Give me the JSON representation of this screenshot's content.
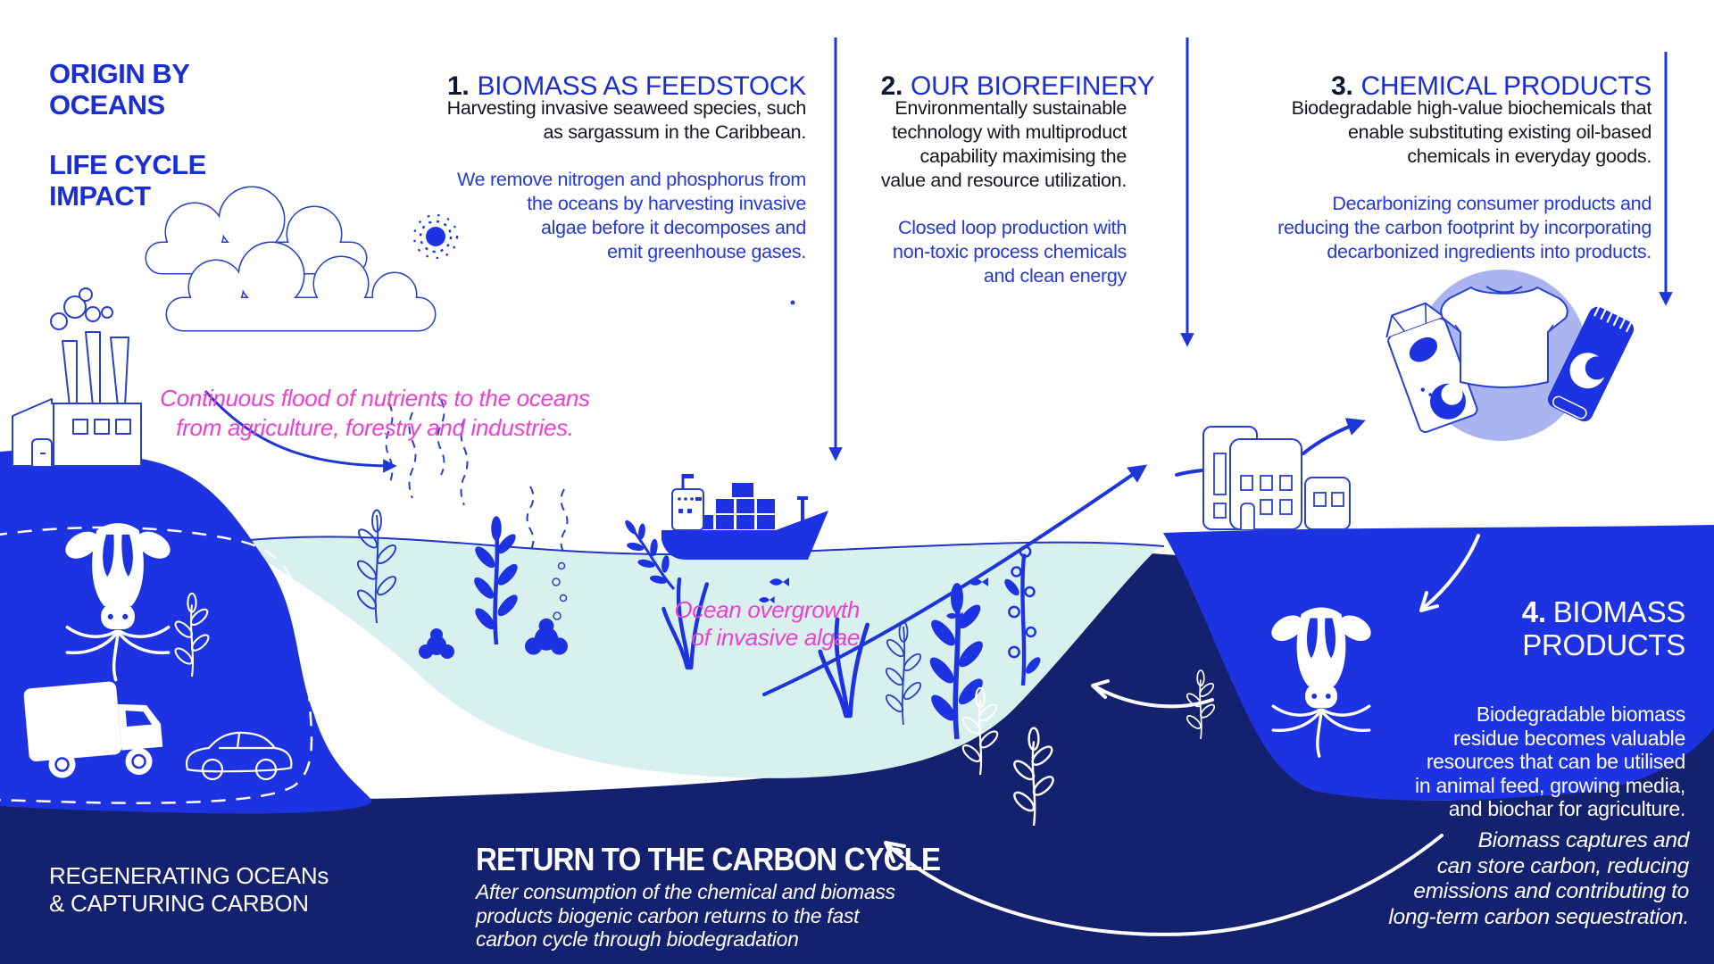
{
  "colors": {
    "bright_blue": "#1d33e2",
    "deep_navy": "#14216e",
    "pale_ocean": "#d8f0ee",
    "periwinkle": "#a9b4f1",
    "pink": "#ee3fd0",
    "heading_blue": "#1b2ed3",
    "body_black": "#15151f",
    "white": "#ffffff"
  },
  "brand": {
    "title": "ORIGIN BY\nOCEANS",
    "subtitle": "LIFE CYCLE\nIMPACT"
  },
  "sections": [
    {
      "number": "1.",
      "title": "BIOMASS AS FEEDSTOCK",
      "body": "Harvesting invasive seaweed species, such\nas sargassum in the Caribbean.",
      "highlight": "We remove nitrogen and phosphorus from\nthe oceans by harvesting invasive\nalgae before it decomposes and\nemit greenhouse gases."
    },
    {
      "number": "2.",
      "title": "OUR BIOREFINERY",
      "body": "Environmentally sustainable\ntechnology with multiproduct\ncapability maximising the\nvalue and resource utilization.",
      "highlight": "Closed loop production with\nnon-toxic process chemicals\nand clean energy"
    },
    {
      "number": "3.",
      "title": "CHEMICAL PRODUCTS",
      "body": "Biodegradable high-value biochemicals that\nenable substituting existing oil-based\nchemicals in everyday goods.",
      "highlight": "Decarbonizing consumer products and\nreducing the carbon footprint by incorporating\ndecarbonized ingredients into products."
    },
    {
      "number": "4.",
      "title": "BIOMASS\nPRODUCTS",
      "body": "Biodegradable biomass\nresidue becomes valuable\nresources that can be utilised\nin animal feed, growing media,\nand biochar for agriculture."
    }
  ],
  "annotations": {
    "nutrients": "Continuous flood of nutrients to the oceans\nfrom agriculture, forestry and industries.",
    "overgrowth": "Ocean overgrowth\nof invasive algae",
    "biomass_note": "Biomass captures and\ncan store carbon, reducing\nemissions and contributing to\nlong-term carbon sequestration."
  },
  "footer": {
    "regenerating": "REGENERATING OCEANs\n& CAPTURING CARBON",
    "carbon_title": "RETURN TO THE CARBON CYCLE",
    "carbon_body": "After  consumption of the  chemical and biomass\nproducts biogenic carbon returns to the fast\ncarbon cycle through biodegradation"
  }
}
